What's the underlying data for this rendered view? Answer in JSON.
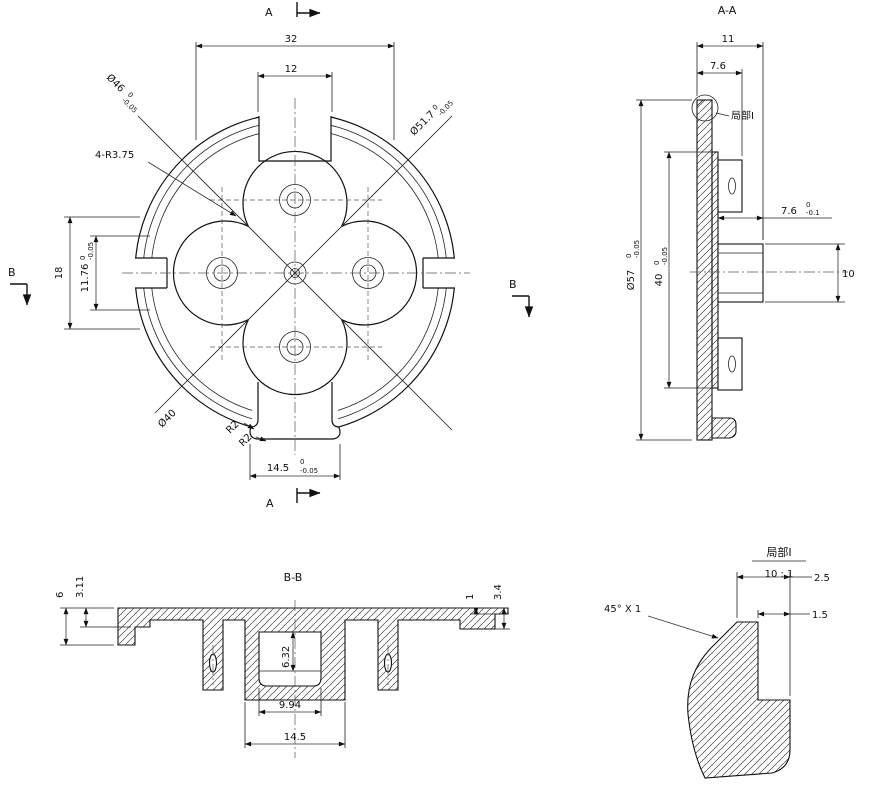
{
  "front": {
    "marker_top": "A",
    "marker_bottom": "A",
    "marker_left": "B",
    "marker_right": "B",
    "dim32": "32",
    "dim12": "12",
    "dia46": "Ø46",
    "dia46_tu": "0",
    "dia46_tl": "-0.05",
    "dia517": "Ø51.7",
    "dia517_tu": "0",
    "dia517_tl": "-0.05",
    "fillet": "4-R3.75",
    "dim18": "18",
    "dim1176": "11.76",
    "dim1176_tu": "0",
    "dim1176_tl": "-0.05",
    "dia40": "Ø40",
    "r2a": "R2",
    "r2b": "R2",
    "dim145": "14.5",
    "dim145_tu": "0",
    "dim145_tl": "-0.05"
  },
  "aa": {
    "title": "A-A",
    "dim11": "11",
    "dim76": "7.6",
    "detail_ref": "局部I",
    "dia57": "Ø57",
    "dia57_tu": "0",
    "dia57_tl": "-0.05",
    "dim40": "40",
    "dim40_tu": "0",
    "dim40_tl": "-0.05",
    "dim76b": "7.6",
    "dim76b_tu": "0",
    "dim76b_tl": "-0.1",
    "dim10": "10"
  },
  "bb": {
    "title": "B-B",
    "dim6": "6",
    "dim311": "3.11",
    "dim1": "1",
    "dim34": "3.4",
    "dim632": "6.32",
    "dim994": "9.94",
    "dim145": "14.5"
  },
  "detail": {
    "title": "局部I",
    "scale": "10 : 1",
    "dim25": "2.5",
    "dim15": "1.5",
    "chamfer": "45° X 1"
  }
}
